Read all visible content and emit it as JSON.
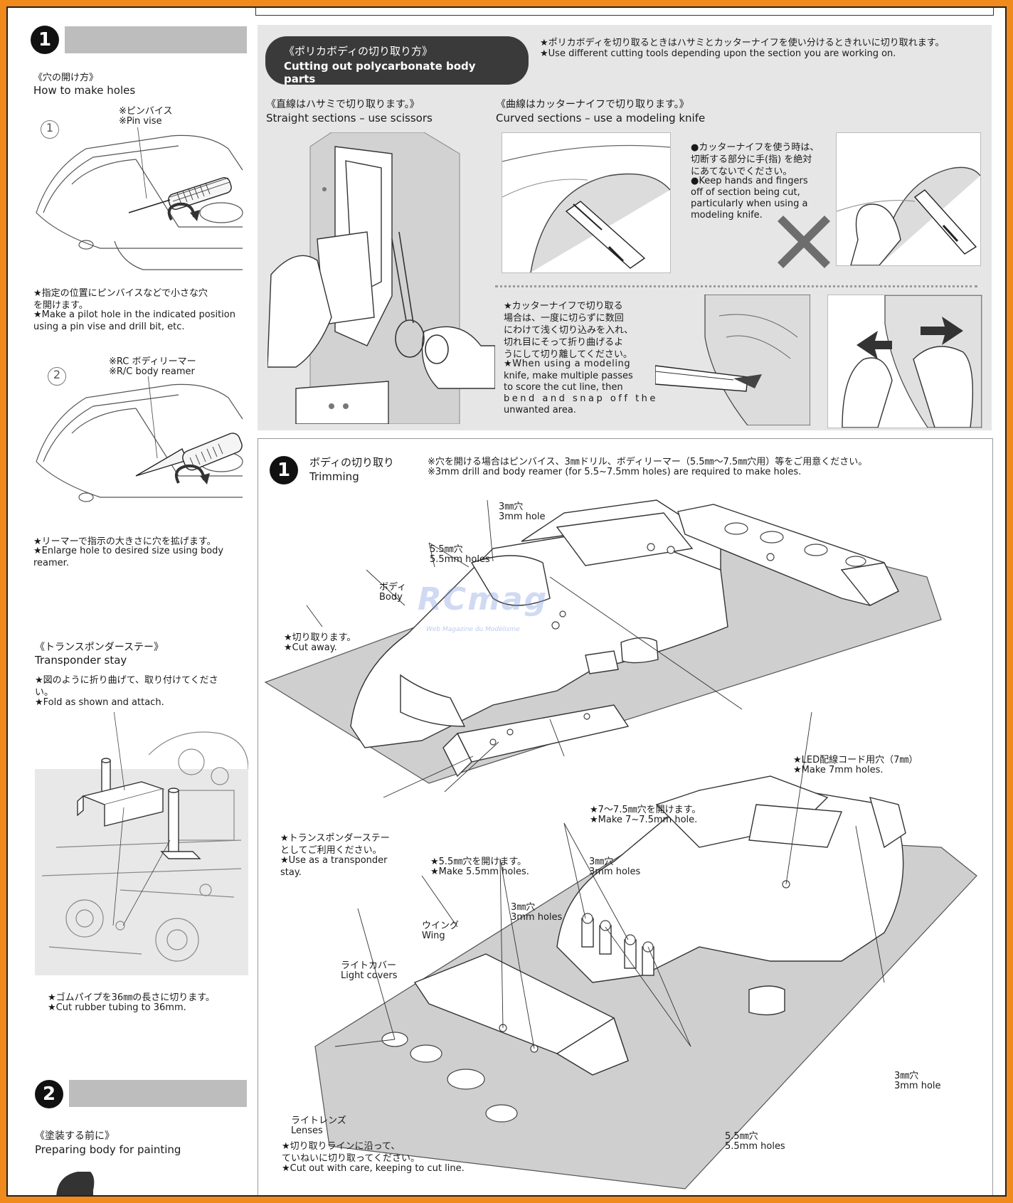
{
  "left_column": {
    "step1_number": "1",
    "holes_title_jp": "《穴の開け方》",
    "holes_title_en": "How to make holes",
    "sub1_number": "1",
    "pinvise_jp": "※ピンバイス",
    "pinvise_en": "※Pin vise",
    "pilot_jp_1": "★指定の位置にピンバイスなどで小さな穴",
    "pilot_jp_2": "を開けます。",
    "pilot_en_1": "★Make a pilot hole in the indicated position",
    "pilot_en_2": "using a pin vise and drill bit, etc.",
    "sub2_number": "2",
    "reamer_jp": "※RC ボディリーマー",
    "reamer_en": "※R/C body reamer",
    "enlarge_jp": "★リーマーで指示の大きさに穴を拡げます。",
    "enlarge_en_1": "★Enlarge hole to desired size using body",
    "enlarge_en_2": "reamer.",
    "transponder_title_jp": "《トランスポンダーステー》",
    "transponder_title_en": "Transponder stay",
    "fold_jp_1": "★図のように折り曲げて、取り付けてくださ",
    "fold_jp_2": "い。",
    "fold_en": "★Fold as shown and attach.",
    "tubing_jp": "★ゴムパイプを36㎜の長さに切ります。",
    "tubing_en": "★Cut rubber tubing to 36mm.",
    "step2_number": "2",
    "painting_jp": "《塗装する前に》",
    "painting_en": "Preparing body for painting"
  },
  "cutting_panel": {
    "pill_jp": "《ポリカボディの切り取り方》",
    "pill_en": "Cutting out polycarbonate body parts",
    "note_jp": "★ポリカボディを切り取るときはハサミとカッターナイフを使い分けるときれいに切り取れます。",
    "note_en": "★Use different cutting tools depending upon the section you are working on.",
    "straight_jp": "《直線はハサミで切り取ります。》",
    "straight_en": "Straight sections – use scissors",
    "curved_jp": "《曲線はカッターナイフで切り取ります。》",
    "curved_en": "Curved sections – use a modeling knife",
    "keep_jp_1": "●カッターナイフを使う時は、",
    "keep_jp_2": "切断する部分に手(指) を絶対",
    "keep_jp_3": "にあてないでください。",
    "keep_en_1": "●Keep hands and fingers",
    "keep_en_2": "off of section being cut,",
    "keep_en_3": "particularly when using a",
    "keep_en_4": "modeling knife.",
    "multi_jp_1": "★カッターナイフで切り取る",
    "multi_jp_2": "場合は、一度に切らずに数回",
    "multi_jp_3": "にわけて浅く切り込みを入れ、",
    "multi_jp_4": "切れ目にそって折り曲げるよ",
    "multi_jp_5": "うにして切り離してください。",
    "multi_en_1": "★When using a modeling",
    "multi_en_2": "knife, make multiple passes",
    "multi_en_3": "to score the cut line, then",
    "multi_en_4": "bend and snap off the",
    "multi_en_5": "unwanted area."
  },
  "trimming_panel": {
    "step_number": "1",
    "title_jp": "ボディの切り取り",
    "title_en": "Trimming",
    "req_jp": "※穴を開ける場合はピンバイス、3㎜ドリル、ボディリーマー（5.5㎜〜7.5㎜穴用）等をご用意ください。",
    "req_en": "※3mm drill and body reamer (for 5.5~7.5mm holes) are required to make holes.",
    "hole3_jp": "3㎜穴",
    "hole3_en": "3mm hole",
    "holes55_jp": "5.5㎜穴",
    "holes55_en": "5.5mm holes",
    "body_jp": "ボディ",
    "body_en": "Body",
    "cutaway_jp": "★切り取ります。",
    "cutaway_en": "★Cut away.",
    "led_jp": "★LED配線コード用穴（7㎜）",
    "led_en": "★Make 7mm holes.",
    "make75_jp": "★7〜7.5㎜穴を開けます。",
    "make75_en": "★Make 7~7.5mm hole.",
    "transp_jp_1": "★トランスポンダーステー",
    "transp_jp_2": "としてご利用ください。",
    "transp_en_1": "★Use as a transponder",
    "transp_en_2": "stay.",
    "make55_jp": "★5.5㎜穴を開けます。",
    "make55_en": "★Make 5.5mm holes.",
    "holes3_jp": "3㎜穴",
    "holes3_en": "3mm holes",
    "holes3b_jp": "3㎜穴",
    "holes3b_en": "3mm holes",
    "wing_jp": "ウイング",
    "wing_en": "Wing",
    "lightcov_jp": "ライトカバー",
    "lightcov_en": "Light covers",
    "lenses_jp": "ライトレンズ",
    "lenses_en": "Lenses",
    "carefully_jp_1": "★切り取りラインに沿って、",
    "carefully_jp_2": "ていねいに切り取ってください。",
    "carefully_en": "★Cut out with care, keeping to cut line.",
    "hole3r_jp": "3㎜穴",
    "hole3r_en": "3mm hole",
    "holes55b_jp": "5.5㎜穴",
    "holes55b_en": "5.5mm holes",
    "watermark_main": "RCmag",
    "watermark_sub": "Web Magazine du Modélisme"
  },
  "colors": {
    "frame": "#f08a1c",
    "panel_gray": "#e6e6e6",
    "step_bar": "#bdbdbd",
    "pill": "#3a3a3a"
  }
}
